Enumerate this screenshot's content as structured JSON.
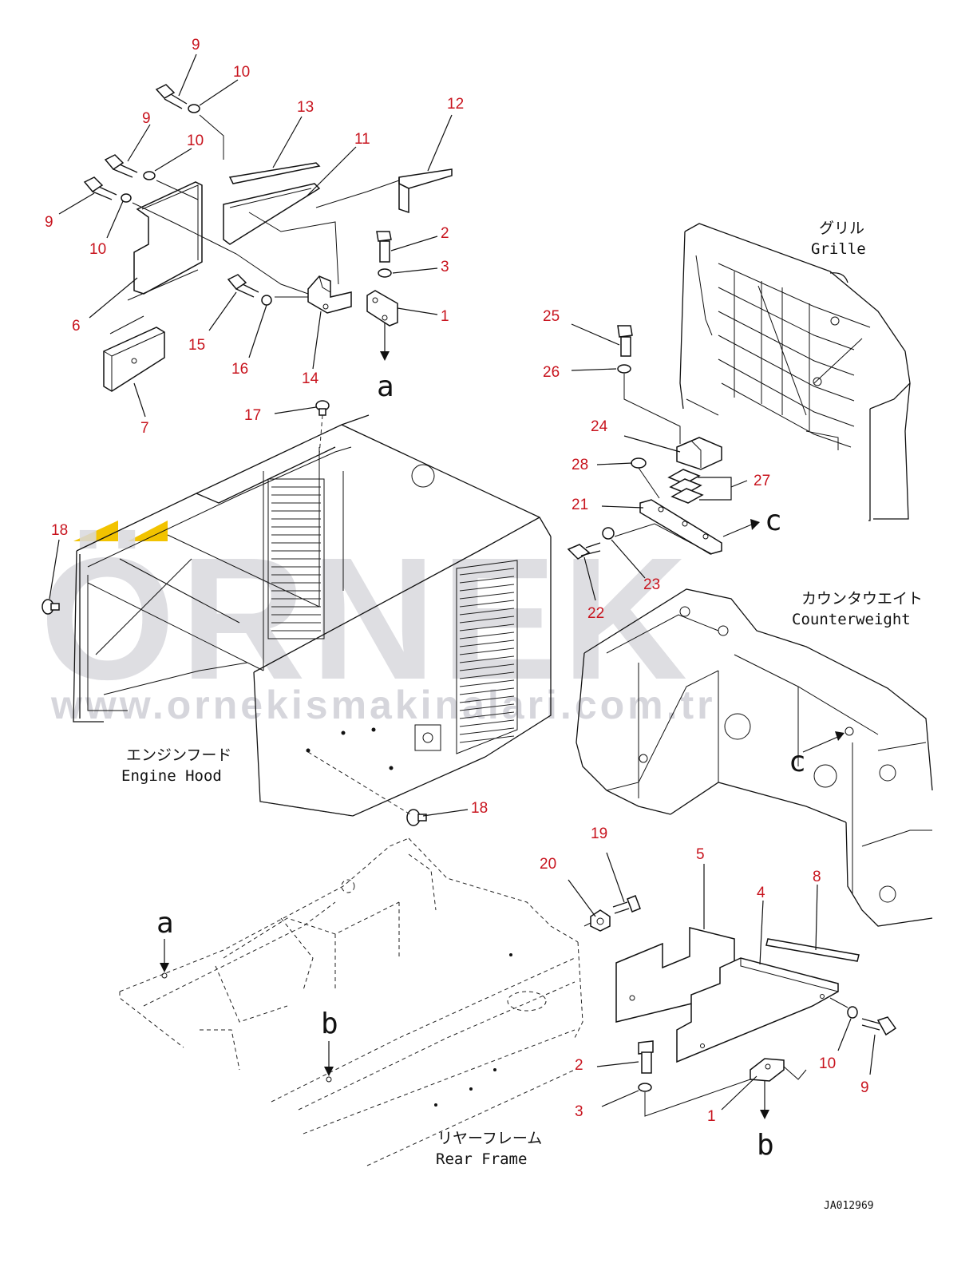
{
  "diagram": {
    "drawing_code": "JA012969",
    "watermark": {
      "text": "ÖRNEK",
      "url": "www.ornekismakinalari.com.tr",
      "accent_color": "#f2c300"
    },
    "assembly_labels": {
      "grille_jp": "グリル",
      "grille_en": "Grille",
      "counterweight_jp": "カウンタウエイト",
      "counterweight_en": "Counterweight",
      "engine_hood_jp": "エンジンフード",
      "engine_hood_en": "Engine Hood",
      "rear_frame_jp": "リヤーフレーム",
      "rear_frame_en": "Rear Frame"
    },
    "reference_letters": {
      "a_top": "a",
      "a_bottom": "a",
      "b_top": "b",
      "b_bottom": "b",
      "c_right": "c",
      "c_lower": "c"
    },
    "part_numbers": {
      "p9_a": "9",
      "p10_a": "10",
      "p9_b": "9",
      "p10_b": "10",
      "p9_c": "9",
      "p10_c": "10",
      "p13": "13",
      "p11": "11",
      "p12": "12",
      "p2_a": "2",
      "p3_a": "3",
      "p1_a": "1",
      "p6": "6",
      "p15": "15",
      "p16": "16",
      "p14": "14",
      "p7": "7",
      "p17": "17",
      "p18_a": "18",
      "p18_b": "18",
      "p25": "25",
      "p26": "26",
      "p24": "24",
      "p28": "28",
      "p27": "27",
      "p21": "21",
      "p23": "23",
      "p22": "22",
      "p19": "19",
      "p20": "20",
      "p5": "5",
      "p4": "4",
      "p8": "8",
      "p2_b": "2",
      "p10_d": "10",
      "p9_d": "9",
      "p3_b": "3",
      "p1_b": "1"
    }
  }
}
